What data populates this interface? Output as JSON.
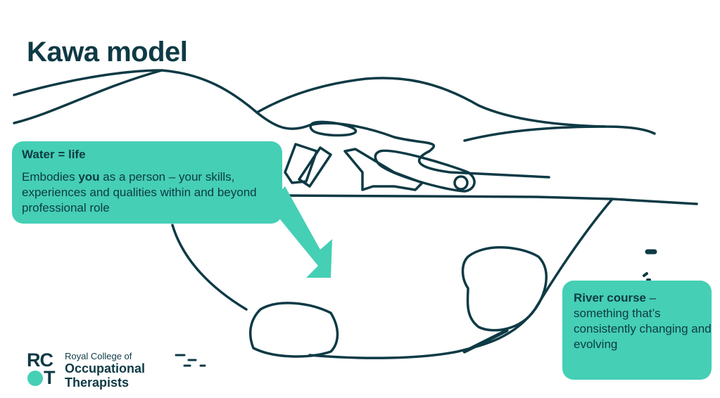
{
  "slide": {
    "title": "Kawa model"
  },
  "callouts": {
    "water": {
      "heading": "Water = life",
      "text_before": "Embodies ",
      "text_bold": "you",
      "text_after": " as a person – your skills, experiences and qualities within and beyond professional role"
    },
    "river": {
      "heading": "River course",
      "text": " – something that’s consistently changing and evolving"
    }
  },
  "logo": {
    "mark_top": "RC",
    "mark_bottom": "T",
    "line1": "Royal College of",
    "line2": "Occupational",
    "line3": "Therapists"
  },
  "colors": {
    "ink": "#0e3a45",
    "accent": "#45cfb5"
  }
}
